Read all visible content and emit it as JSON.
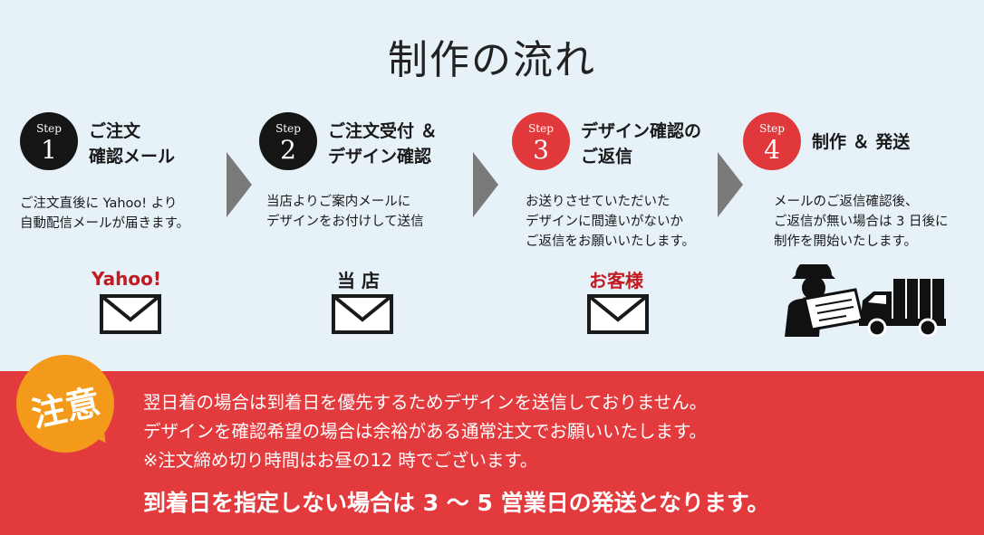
{
  "title": "制作の流れ",
  "colors": {
    "top_bg": "#e6f1f8",
    "dark": "#151515",
    "accent_red": "#e0383b",
    "notice_bg": "#e33a3d",
    "bubble": "#f39a1b",
    "arrow": "#7a7a7a"
  },
  "steps": [
    {
      "badge_word": "Step",
      "number": "1",
      "title_lines": [
        "ご注文",
        "確認メール"
      ],
      "desc_lines": [
        "ご注文直後に Yahoo! より",
        "自動配信メールが届きます。"
      ],
      "label": "Yahoo!",
      "icon": "envelope-icon"
    },
    {
      "badge_word": "Step",
      "number": "2",
      "title_lines": [
        "ご注文受付 ＆",
        "デザイン確認"
      ],
      "desc_lines": [
        "当店よりご案内メールに",
        "デザインをお付けして送信"
      ],
      "label": "当 店",
      "icon": "envelope-icon"
    },
    {
      "badge_word": "Step",
      "number": "3",
      "title_lines": [
        "デザイン確認の",
        "ご返信"
      ],
      "desc_lines": [
        "お送りさせていただいた",
        "デザインに間違いがないか",
        "ご返信をお願いいたします。"
      ],
      "label": "お客様",
      "icon": "envelope-icon"
    },
    {
      "badge_word": "Step",
      "number": "4",
      "title_lines": [
        "制作 ＆ 発送"
      ],
      "desc_lines": [
        "メールのご返信確認後、",
        "ご返信が無い場合は 3 日後に",
        "制作を開始いたします。"
      ],
      "icon": "worker-truck-icon"
    }
  ],
  "notice": {
    "badge": "注意",
    "lines": [
      "翌日着の場合は到着日を優先するためデザインを送信しておりません。",
      "デザインを確認希望の場合は余裕がある通常注文でお願いいたします。",
      "※注文締め切り時間はお昼の12 時でございます。"
    ],
    "highlight": "到着日を指定しない場合は 3 ～ 5 営業日の発送となります。"
  }
}
